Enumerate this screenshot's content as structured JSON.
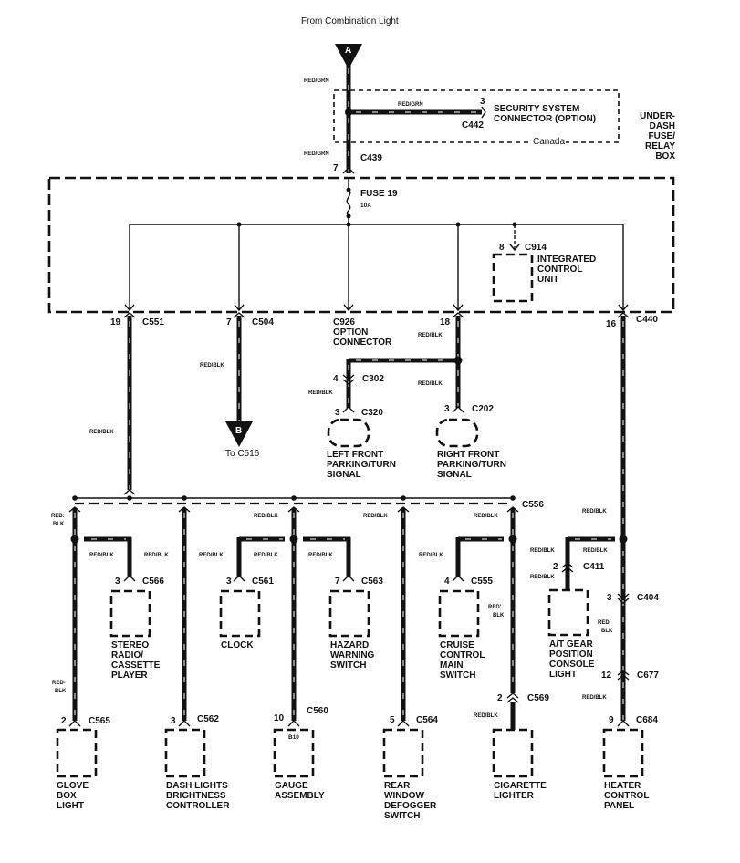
{
  "header": {
    "source": "From Combination Light",
    "connector_A": "A",
    "connector_B": "B",
    "to_label": "To C516"
  },
  "relay_box": {
    "label_lines": [
      "UNDER-",
      "DASH",
      "FUSE/",
      "RELAY",
      "BOX"
    ],
    "fuse": "FUSE 19",
    "fuse_rating": "10A",
    "input_pin": "7",
    "input_connector": "C439"
  },
  "security": {
    "label_lines": [
      "SECURITY SYSTEM",
      "CONNECTOR (OPTION)"
    ],
    "pin": "3",
    "connector": "C442",
    "region": "Canada",
    "wire": "RED/GRN"
  },
  "wires": {
    "red_grn": "RED/GRN",
    "red_blk": "RED/BLK",
    "red_blk_split_1": "RED/",
    "red_blk_split_2": "BLK",
    "red_blk_split_1b": "RED'",
    "red_blk_split_1c": "RED:",
    "red_blk_split_1d": "RED-"
  },
  "icu": {
    "pin": "8",
    "connector": "C914",
    "label_lines": [
      "INTEGRATED",
      "CONTROL",
      "UNIT"
    ]
  },
  "outputs": [
    {
      "pin": "19",
      "connector": "C551"
    },
    {
      "pin": "7",
      "connector": "C504"
    },
    {
      "pin": "",
      "connector": "C926",
      "label_lines": [
        "OPTION",
        "CONNECTOR"
      ]
    },
    {
      "pin": "18",
      "connector": ""
    },
    {
      "pin": "16",
      "connector": "C440"
    }
  ],
  "parking": {
    "left": {
      "pin_upper": "4",
      "conn_upper": "C302",
      "pin": "3",
      "connector": "C320",
      "label_lines": [
        "LEFT FRONT",
        "PARKING/TURN",
        "SIGNAL"
      ]
    },
    "right": {
      "pin": "3",
      "connector": "C202",
      "label_lines": [
        "RIGHT FRONT",
        "PARKING/TURN",
        "SIGNAL"
      ]
    }
  },
  "bus": {
    "connector": "C556"
  },
  "components": [
    {
      "id": "stereo",
      "pin": "3",
      "connector": "C566",
      "label_lines": [
        "STEREO",
        "RADIO/",
        "CASSETTE",
        "PLAYER"
      ]
    },
    {
      "id": "clock",
      "pin": "3",
      "connector": "C561",
      "label_lines": [
        "CLOCK"
      ]
    },
    {
      "id": "hazard",
      "pin": "7",
      "connector": "C563",
      "label_lines": [
        "HAZARD",
        "WARNING",
        "SWITCH"
      ]
    },
    {
      "id": "cruise",
      "pin": "4",
      "connector": "C555",
      "label_lines": [
        "CRUISE",
        "CONTROL",
        "MAIN",
        "SWITCH"
      ]
    },
    {
      "id": "atgear",
      "pin": "2",
      "connector": "C411",
      "label_lines": [
        "A/T GEAR",
        "POSITION",
        "CONSOLE",
        "LIGHT"
      ]
    },
    {
      "id": "glove",
      "pin": "2",
      "connector": "C565",
      "label_lines": [
        "GLOVE",
        "BOX",
        "LIGHT"
      ]
    },
    {
      "id": "dash",
      "pin": "3",
      "connector": "C562",
      "label_lines": [
        "DASH LIGHTS",
        "BRIGHTNESS",
        "CONTROLLER"
      ]
    },
    {
      "id": "gauge",
      "pin": "10",
      "connector": "C560",
      "inner": "B10",
      "label_lines": [
        "GAUGE",
        "ASSEMBLY"
      ]
    },
    {
      "id": "defogger",
      "pin": "5",
      "connector": "C564",
      "label_lines": [
        "REAR",
        "WINDOW",
        "DEFOGGER",
        "SWITCH"
      ]
    },
    {
      "id": "cigarette",
      "pin": "2",
      "connector": "C569",
      "label_lines": [
        "CIGARETTE",
        "LIGHTER"
      ]
    },
    {
      "id": "heater",
      "pin": "9",
      "connector": "C684",
      "label_lines": [
        "HEATER",
        "CONTROL",
        "PANEL"
      ]
    }
  ],
  "heater_path": {
    "c404_pin": "3",
    "c404": "C404",
    "c677_pin": "12",
    "c677": "C677"
  }
}
